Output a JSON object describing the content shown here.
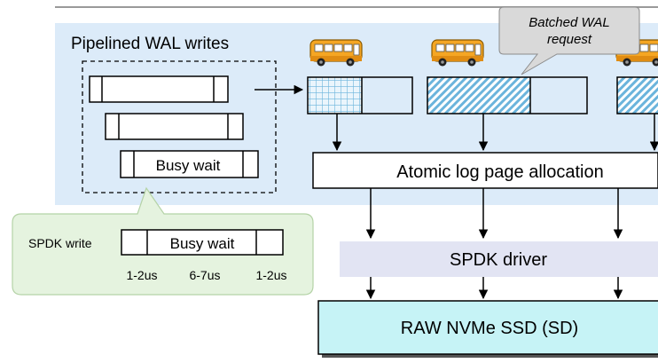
{
  "title": "Pipelined WAL writes",
  "pipeline_rows": [
    {
      "label": ""
    },
    {
      "label": ""
    },
    {
      "label": "Busy wait"
    }
  ],
  "batch_callout": {
    "line1": "Batched WAL",
    "line2": "request"
  },
  "detail_callout": {
    "row_label": "SPDK write",
    "segment_label": "Busy wait",
    "timings": [
      "1-2us",
      "6-7us",
      "1-2us"
    ]
  },
  "layers": {
    "allocation": "Atomic log page allocation",
    "driver": "SPDK driver",
    "ssd": "RAW NVMe SSD (SD)"
  },
  "buses": [
    {
      "icon": "school-bus-icon"
    },
    {
      "icon": "school-bus-icon"
    },
    {
      "icon": "school-bus-icon"
    }
  ],
  "batch_patterns": [
    "grid",
    "hatched",
    "hatched"
  ],
  "colors": {
    "panel": "#dcebf9",
    "callout_green": "#e5f3df",
    "callout_gray": "#d9d9d9",
    "driver": "#e2e4f3",
    "ssd": "#c6f3f6",
    "batch_fill": "#6bb4dc",
    "bus_yellow": "#f5a623"
  }
}
